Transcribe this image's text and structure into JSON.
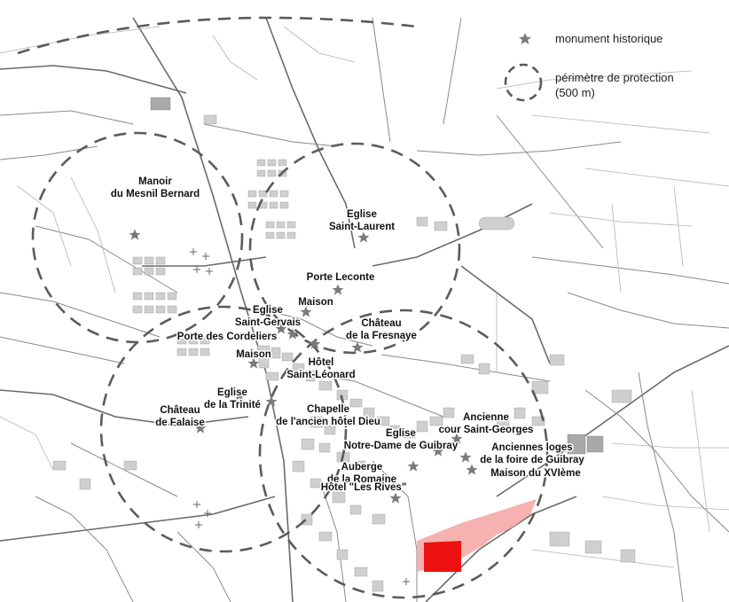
{
  "legend": {
    "monument_label": "monument historique",
    "perimeter_label_line1": "périmètre de protection",
    "perimeter_label_line2": "(500 m)",
    "star_color": "#7a7a7a",
    "circle_color": "#5b5b5b"
  },
  "monuments": [
    {
      "label_lines": [
        "Manoir",
        "du Mesnil Bernard"
      ]
    },
    {
      "label_lines": [
        "Eglise",
        "Saint-Laurent"
      ]
    },
    {
      "label_lines": [
        "Porte Leconte"
      ]
    },
    {
      "label_lines": [
        "Maison"
      ]
    },
    {
      "label_lines": [
        "Eglise",
        "Saint-Gervais"
      ]
    },
    {
      "label_lines": [
        "Porte des Cordeliers"
      ]
    },
    {
      "label_lines": [
        "Château",
        "de la Fresnaye"
      ]
    },
    {
      "label_lines": [
        "Maison"
      ]
    },
    {
      "label_lines": [
        "Hôtel",
        "Saint-Léonard"
      ]
    },
    {
      "label_lines": [
        "Eglise",
        "de la Trinité"
      ]
    },
    {
      "label_lines": [
        "Chapelle",
        "de l'ancien hôtel Dieu"
      ]
    },
    {
      "label_lines": [
        "Château",
        "de Falaise"
      ]
    },
    {
      "label_lines": [
        "Ancienne",
        "cour Saint-Georges"
      ]
    },
    {
      "label_lines": [
        "Eglise",
        "Notre-Dame de Guibray"
      ]
    },
    {
      "label_lines": [
        "Anciennes loges",
        "de la foire de Guibray"
      ]
    },
    {
      "label_lines": [
        "Auberge",
        "de la Romaine"
      ]
    },
    {
      "label_lines": [
        "Maison du XVIème"
      ]
    },
    {
      "label_lines": [
        "Hôtel \"Les Rives\""
      ]
    }
  ],
  "zones": {
    "project_color": "#ee1111",
    "extension_color": "#f4a3a3"
  }
}
